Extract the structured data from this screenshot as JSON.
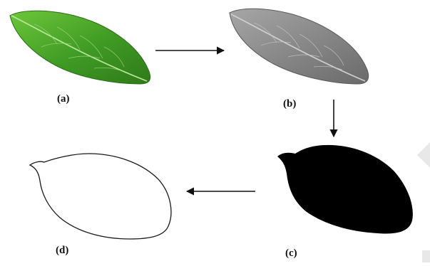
{
  "figure": {
    "panels": [
      {
        "id": "a",
        "caption": "(a)",
        "kind": "color-leaf",
        "fill": "#4a9e2a"
      },
      {
        "id": "b",
        "caption": "(b)",
        "kind": "grayscale-leaf",
        "fill": "#8a8a8a"
      },
      {
        "id": "c",
        "caption": "(c)",
        "kind": "binary-leaf",
        "fill": "#000000"
      },
      {
        "id": "d",
        "caption": "(d)",
        "kind": "leaf-contour",
        "fill": "#ffffff"
      }
    ],
    "arrow_color": "#111111"
  }
}
